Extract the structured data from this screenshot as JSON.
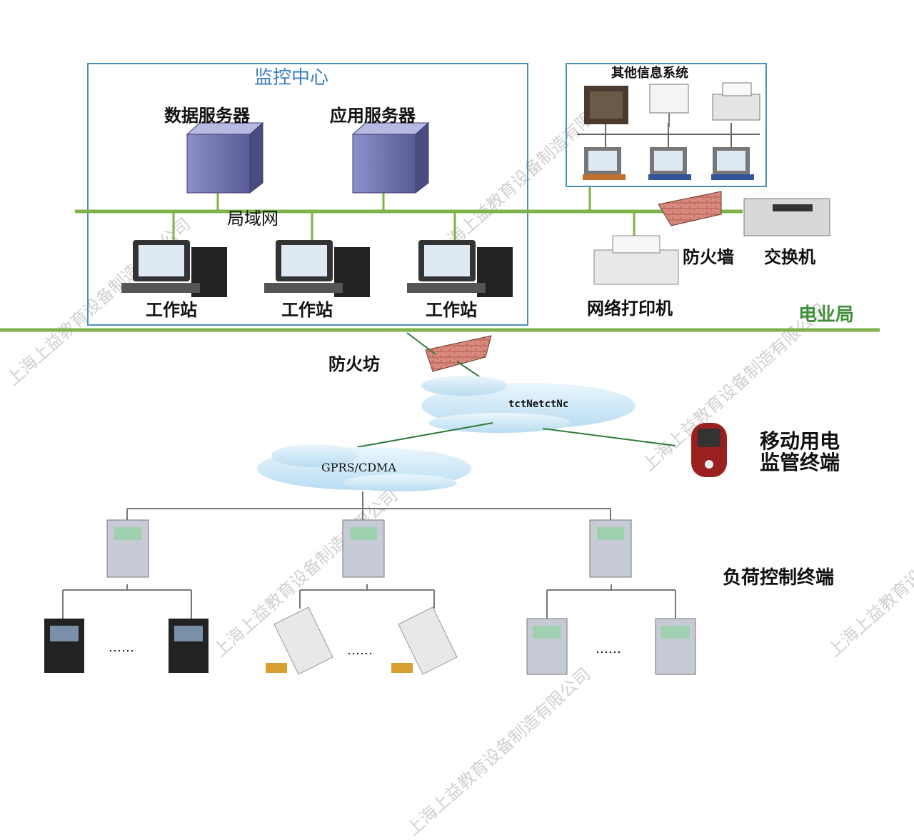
{
  "monitor_center": {
    "title": "监控中心"
  },
  "other_systems": {
    "title": "其他信息系统"
  },
  "servers": {
    "data_server": "数据服务器",
    "app_server": "应用服务器"
  },
  "lan": {
    "label": "局域网"
  },
  "workstations": [
    "工作站",
    "工作站",
    "工作站"
  ],
  "firewall_top": "防火墙",
  "switch": "交换机",
  "network_printer": "网络打印机",
  "bureau": "电业局",
  "firewall_bottom": "防火坊",
  "internet_label": "tctNetctNc",
  "gprs_label": "GPRS/CDMA",
  "mobile_terminal": {
    "line1": "移动用电",
    "line2": "监管终端"
  },
  "load_control_terminal": "负荷控制终端",
  "ellipsis": [
    "……",
    "……",
    "……"
  ],
  "watermark": "上海上益教育设备制造有限公司",
  "colors": {
    "frame": "#4b8fb8",
    "lan_line": "#7fb24a",
    "title_blue": "#3a7fc0",
    "bureau_green": "#3f8f3a"
  }
}
